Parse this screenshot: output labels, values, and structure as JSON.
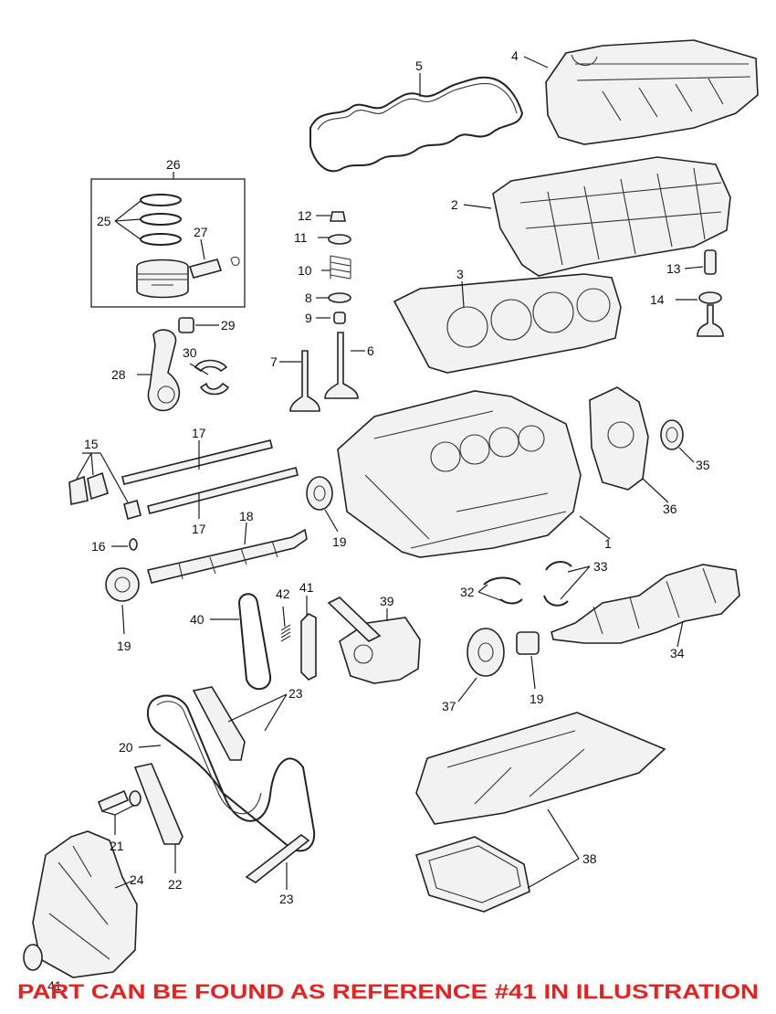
{
  "diagram": {
    "callouts": [
      {
        "label": "1"
      },
      {
        "label": "2"
      },
      {
        "label": "3"
      },
      {
        "label": "4"
      },
      {
        "label": "5"
      },
      {
        "label": "6"
      },
      {
        "label": "7"
      },
      {
        "label": "8"
      },
      {
        "label": "9"
      },
      {
        "label": "10"
      },
      {
        "label": "11"
      },
      {
        "label": "12"
      },
      {
        "label": "13"
      },
      {
        "label": "14"
      },
      {
        "label": "15"
      },
      {
        "label": "16"
      },
      {
        "label": "17"
      },
      {
        "label": "17"
      },
      {
        "label": "18"
      },
      {
        "label": "19"
      },
      {
        "label": "19"
      },
      {
        "label": "19"
      },
      {
        "label": "20"
      },
      {
        "label": "21"
      },
      {
        "label": "22"
      },
      {
        "label": "23"
      },
      {
        "label": "23"
      },
      {
        "label": "24"
      },
      {
        "label": "25"
      },
      {
        "label": "26"
      },
      {
        "label": "27"
      },
      {
        "label": "28"
      },
      {
        "label": "29"
      },
      {
        "label": "30"
      },
      {
        "label": "32"
      },
      {
        "label": "33"
      },
      {
        "label": "34"
      },
      {
        "label": "35"
      },
      {
        "label": "36"
      },
      {
        "label": "37"
      },
      {
        "label": "38"
      },
      {
        "label": "39"
      },
      {
        "label": "40"
      },
      {
        "label": "41"
      },
      {
        "label": "41"
      },
      {
        "label": "42"
      }
    ],
    "footer": {
      "text": "PART CAN BE FOUND AS REFERENCE #41 IN ILLUSTRATION",
      "color": "#e8201f"
    }
  }
}
